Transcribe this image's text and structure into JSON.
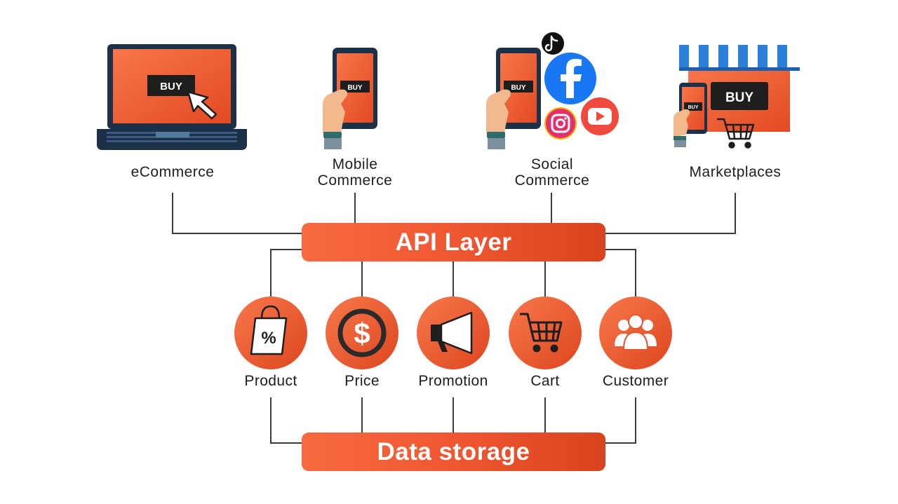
{
  "channels": [
    {
      "label_lines": [
        "eCommerce"
      ],
      "buy_text": "BUY"
    },
    {
      "label_lines": [
        "Mobile",
        "Commerce"
      ],
      "buy_text": "BUY"
    },
    {
      "label_lines": [
        "Social",
        "Commerce"
      ],
      "buy_text": "BUY"
    },
    {
      "label_lines": [
        "Marketplaces"
      ],
      "buy_text": "BUY"
    }
  ],
  "api_layer": "API Layer",
  "services": [
    {
      "label": "Product",
      "icon": "shopping-bag-percent-icon"
    },
    {
      "label": "Price",
      "icon": "dollar-coin-icon"
    },
    {
      "label": "Promotion",
      "icon": "megaphone-icon"
    },
    {
      "label": "Cart",
      "icon": "shopping-cart-icon"
    },
    {
      "label": "Customer",
      "icon": "users-group-icon"
    }
  ],
  "data_storage": "Data storage",
  "social_icons": [
    "tiktok-icon",
    "facebook-icon",
    "instagram-icon",
    "youtube-icon"
  ],
  "colors": {
    "accent": "#ef5a2f",
    "accent_dark": "#d9431d",
    "navy": "#1c3047",
    "skin": "#f2b98e",
    "line": "#3a3a3a"
  }
}
